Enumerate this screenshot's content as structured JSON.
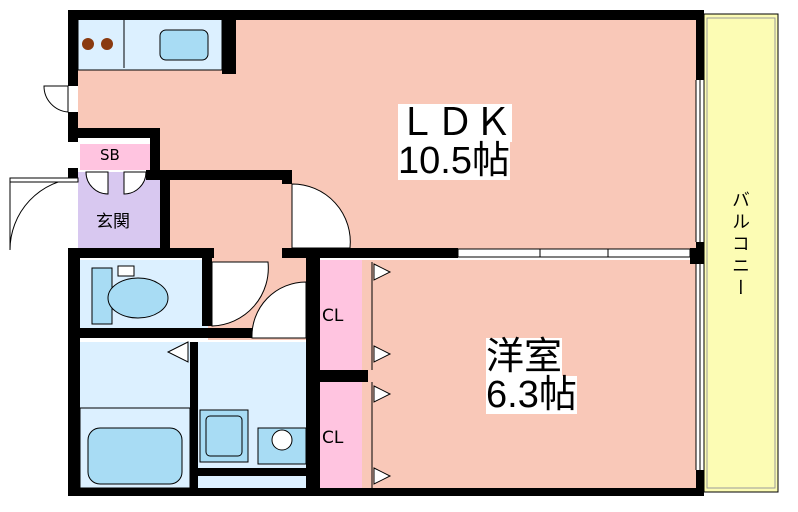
{
  "rooms": {
    "ldk": {
      "name": "ＬＤＫ",
      "size": "10.5帖"
    },
    "western": {
      "name": "洋室",
      "size": "6.3帖"
    },
    "balcony": {
      "name": "バルコニー"
    },
    "entrance": {
      "name": "玄関"
    },
    "shoe_box": {
      "name": "SB"
    },
    "closet_upper": {
      "name": "CL"
    },
    "closet_lower": {
      "name": "CL"
    }
  },
  "colors": {
    "room_fill": "#f9c8b8",
    "closet_fill": "#ffc4e0",
    "entrance_fill": "#d8c8f0",
    "wet_area_fill": "#dcf0ff",
    "fixture_fill": "#a8dcf4",
    "balcony_fill": "#fcfcb4",
    "wall": "#000000"
  }
}
